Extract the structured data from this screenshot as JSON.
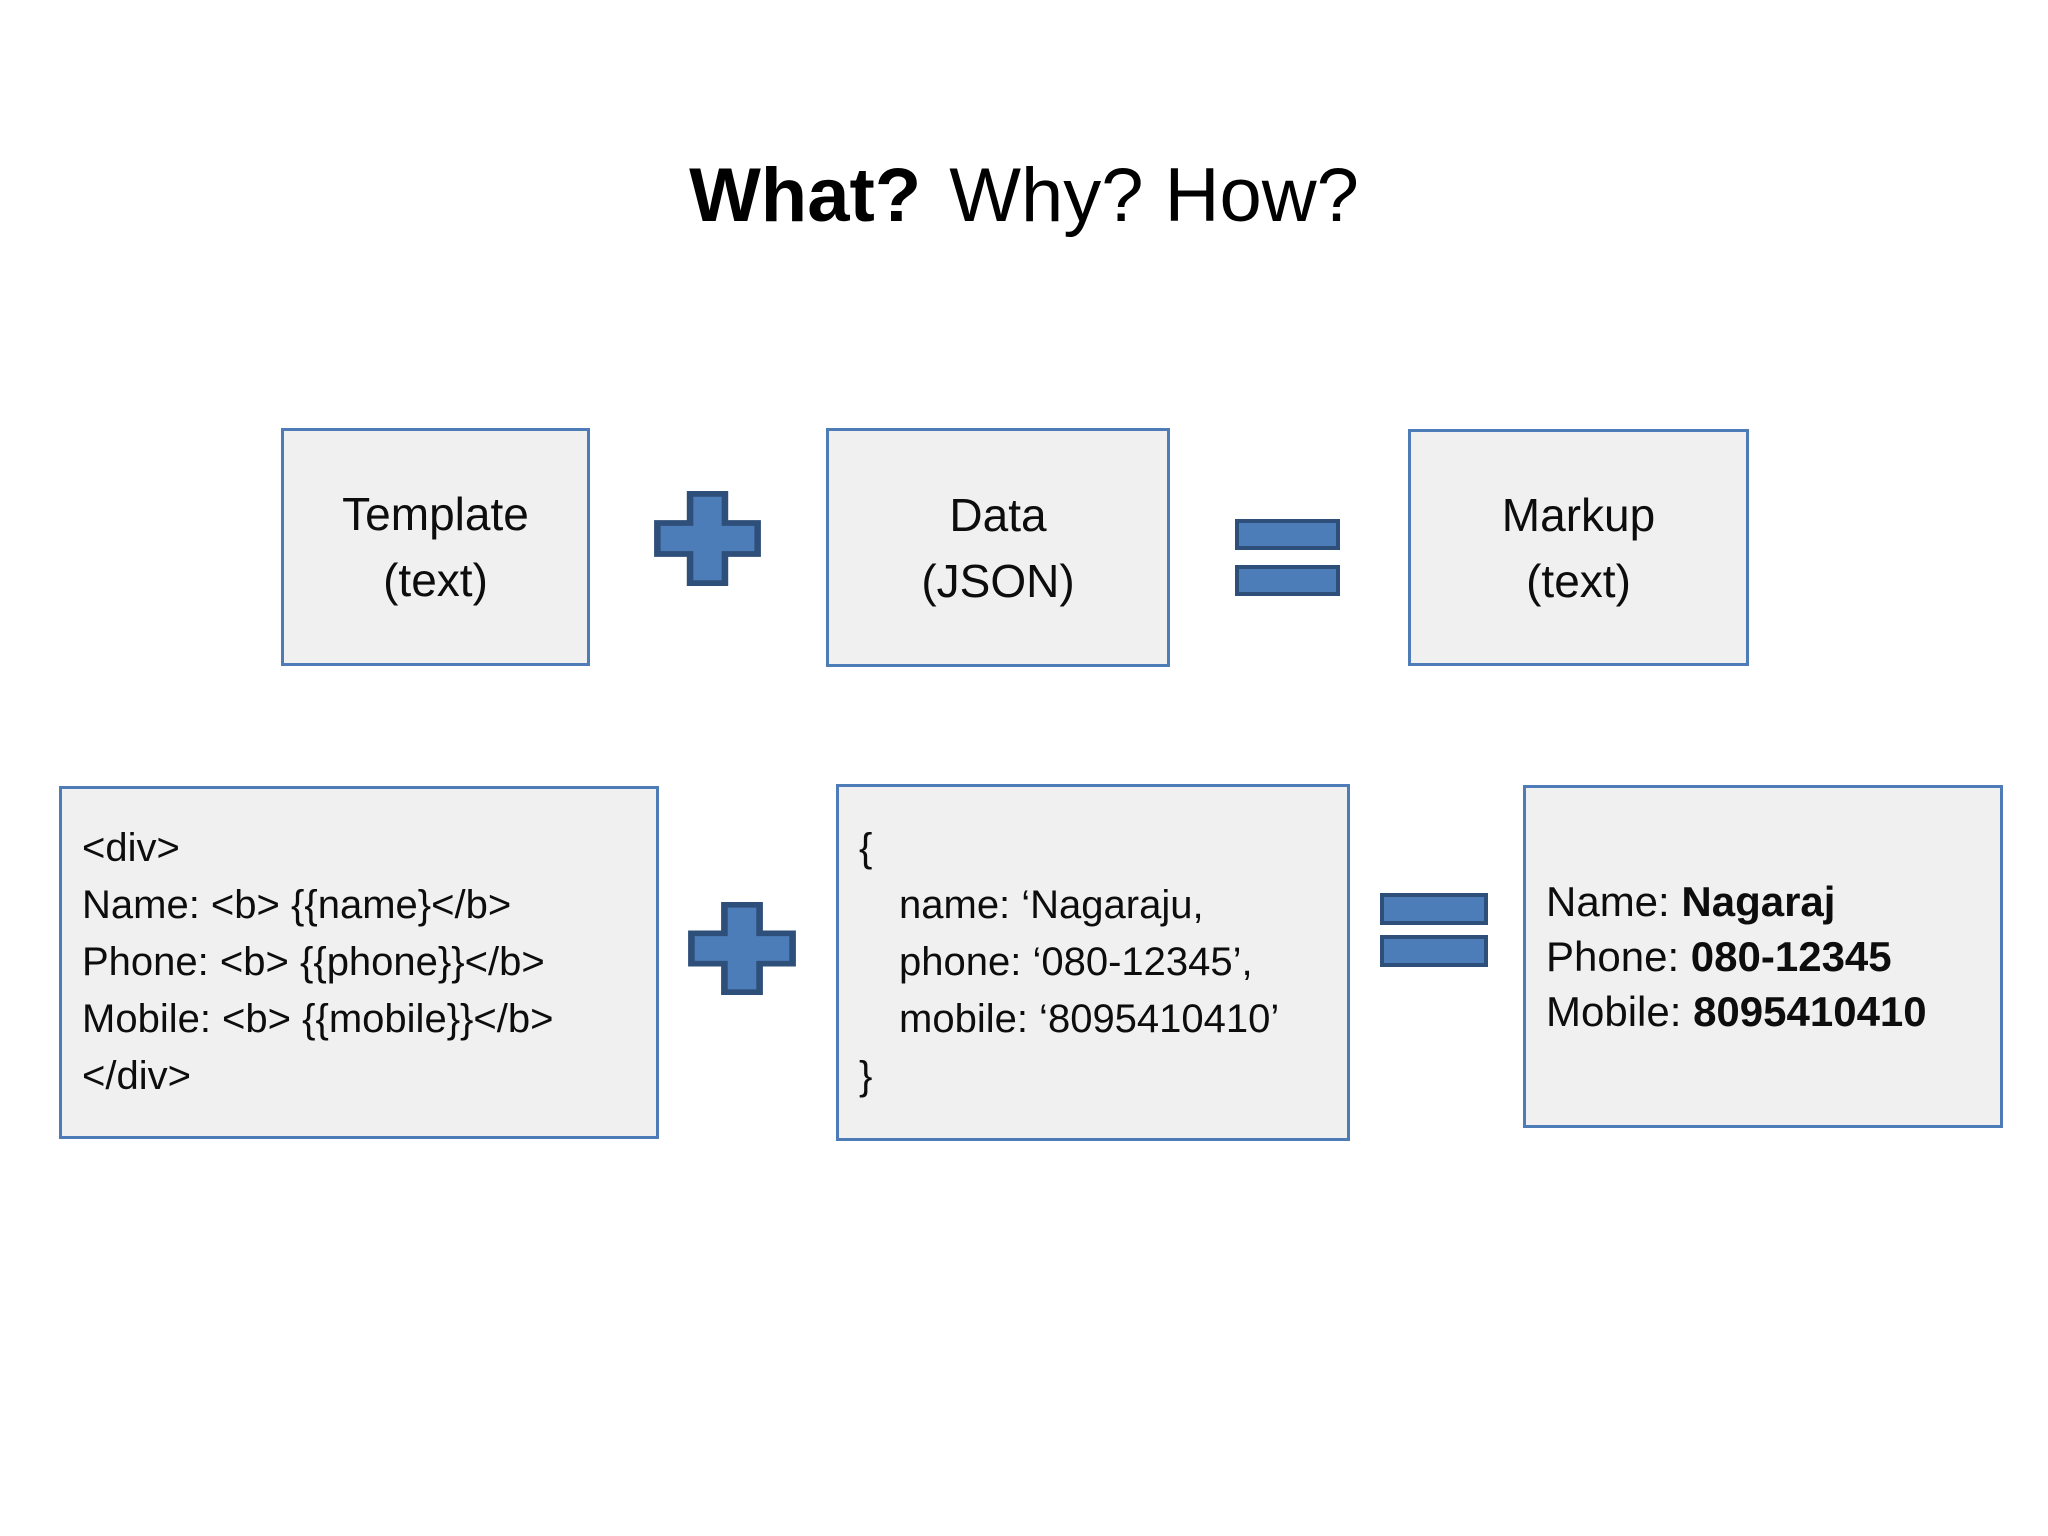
{
  "title": {
    "bold_part": "What?",
    "regular_part": "Why? How?"
  },
  "colors": {
    "operator_fill": "#4d7db8",
    "operator_border": "#2e4f79",
    "box_fill": "#f0f0f1",
    "box_border": "#4d7cb7",
    "text": "#0d0d0d",
    "background": "#ffffff"
  },
  "top_row": {
    "template_box": {
      "line1": "Template",
      "line2": "(text)"
    },
    "plus_icon": "plus-icon",
    "data_box": {
      "line1": "Data",
      "line2": "(JSON)"
    },
    "equals_icon": "equals-icon",
    "markup_box": {
      "line1": "Markup",
      "line2": "(text)"
    }
  },
  "bottom_row": {
    "template_code_box": {
      "lines": [
        "<div>",
        "Name: <b> {{name}</b>",
        "Phone: <b> {{phone}}</b>",
        "Mobile: <b> {{mobile}}</b>",
        "</div>"
      ]
    },
    "plus_icon": "plus-icon",
    "json_box": {
      "lines": [
        "{",
        "name: ‘Nagaraju,",
        "phone: ‘080-12345’,",
        "mobile: ‘8095410410’",
        "}"
      ]
    },
    "equals_icon": "equals-icon",
    "result_box": {
      "rows": [
        {
          "label": "Name: ",
          "value": "Nagaraj"
        },
        {
          "label": "Phone: ",
          "value": "080-12345"
        },
        {
          "label": "Mobile: ",
          "value": "8095410410"
        }
      ]
    }
  }
}
